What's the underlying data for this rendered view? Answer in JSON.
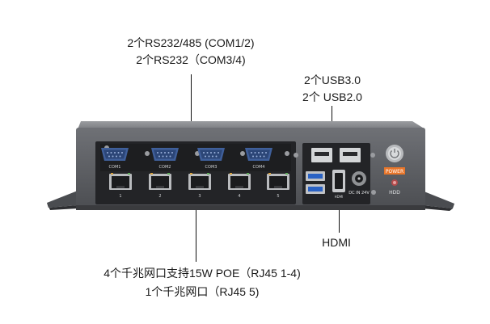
{
  "annotations": {
    "com_line1": "2个RS232/485 (COM1/2)",
    "com_line2": "2个RS232（COM3/4)",
    "usb_line1": "2个USB3.0",
    "usb_line2": "2个 USB2.0",
    "hdmi": "HDMI",
    "rj45_line1": "4个千兆网口支持15W POE（RJ45 1-4)",
    "rj45_line2": "1个千兆网口（RJ45 5)"
  },
  "panel": {
    "com_ports": [
      "COM1",
      "COM2",
      "COM3",
      "COM4"
    ],
    "rj45_ports": [
      "1",
      "2",
      "3",
      "4",
      "5"
    ],
    "hdmi_label": "HDMI",
    "dc_label": "DC IN 24V",
    "power_label": "POWER",
    "hdd_label": "HDD"
  },
  "colors": {
    "chassis": "#5e6064",
    "faceplate": "#232427",
    "db9": "#3f5f9a",
    "usb3": "#2a62c4",
    "power_label_bg": "#e8762b"
  }
}
